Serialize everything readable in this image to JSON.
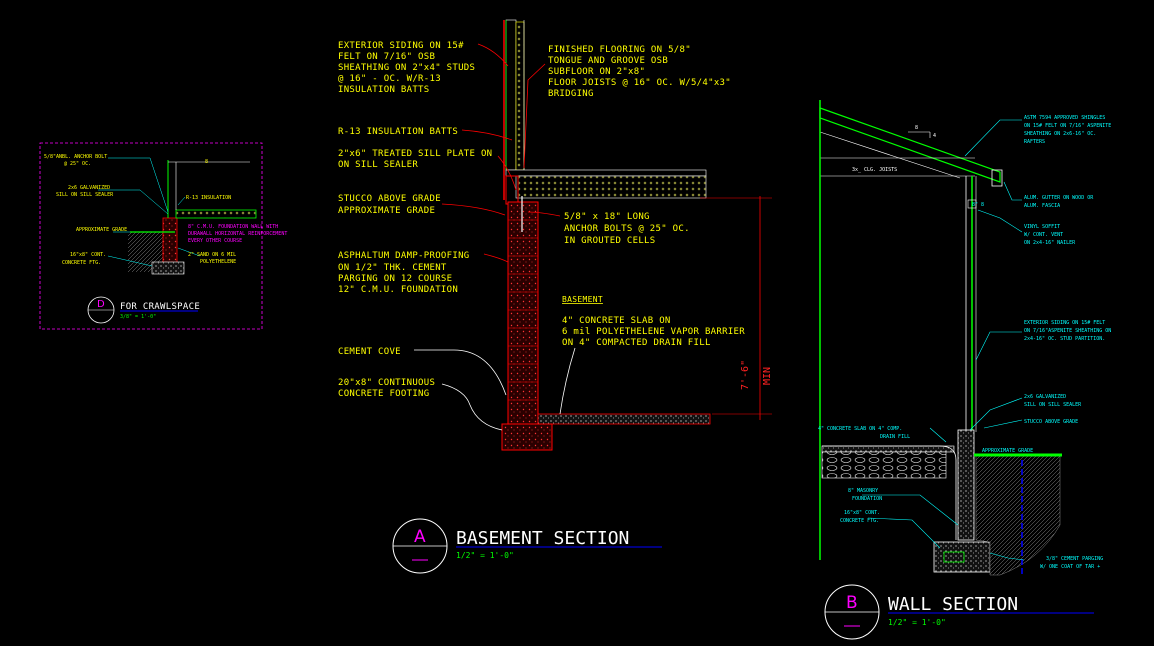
{
  "detail_a": {
    "title": "BASEMENT SECTION",
    "scale": "1/2\" = 1'-0\"",
    "bubble": "A",
    "labels": {
      "siding_1": "EXTERIOR SIDING ON 15#",
      "siding_2": "FELT ON 7/16\" OSB",
      "siding_3": "SHEATHING ON 2\"x4\" STUDS",
      "siding_4": "@ 16\" - OC. W/R-13",
      "siding_5": "INSULATION BATTS",
      "floor_1": "FINISHED FLOORING ON 5/8\"",
      "floor_2": "TONGUE AND GROOVE OSB",
      "floor_3": "SUBFLOOR ON 2\"x8\"",
      "floor_4": "FLOOR JOISTS @ 16\" OC. W/5/4\"x3\"",
      "floor_5": "BRIDGING",
      "r13": "R-13 INSULATION BATTS",
      "sill_1": "2\"x6\" TREATED SILL PLATE ON",
      "sill_2": "ON SILL SEALER",
      "stucco_1": "STUCCO ABOVE GRADE",
      "stucco_2": "APPROXIMATE GRADE",
      "bolt_1": "5/8\" x 18\" LONG",
      "bolt_2": "ANCHOR BOLTS @ 25\" OC.",
      "bolt_3": "IN GROUTED CELLS",
      "damp_1": "ASPHALTUM DAMP-PROOFING",
      "damp_2": "ON 1/2\" THK. CEMENT",
      "damp_3": "PARGING ON 12 COURSE",
      "damp_4": "12\" C.M.U. FOUNDATION",
      "basement": "BASEMENT",
      "slab_1": "4\" CONCRETE SLAB ON",
      "slab_2": "6 mil POLYETHELENE VAPOR BARRIER",
      "slab_3": "ON 4\" COMPACTED DRAIN FILL",
      "cove": "CEMENT COVE",
      "footing_1": "20\"x8\" CONTINUOUS",
      "footing_2": "CONCRETE FOOTING",
      "dim": "7'-6\"",
      "dim_min": "MIN"
    }
  },
  "detail_b": {
    "title": "WALL SECTION",
    "scale": "1/2\" = 1'-0\"",
    "bubble": "B",
    "labels": {
      "shingles_1": "ASTM 7594 APPROVED SHINGLES",
      "shingles_2": "ON 15# FELT ON 7/16\" ASPENITE",
      "shingles_3": "SHEATHING ON 2x6-16\" OC.",
      "shingles_4": "RAFTERS",
      "ceiling": "3x_ CLG. JOISTS",
      "gutter_1": "ALUM. GUTTER ON WOOD OR",
      "gutter_2": "ALUM. FASCIA",
      "soffit_1": "VINYL SOFFIT",
      "soffit_2": "W/ CONT. VENT",
      "soffit_3": "ON 2x4-16\" NAILER",
      "siding_1": "EXTERIOR SIDING ON 15# FELT",
      "siding_2": "ON 7/16\"ASPENITE SHEATHING ON",
      "siding_3": "2x4-16\" OC. STUD PARTITION.",
      "sill_1": "2x6 GALVANIZED",
      "sill_2": "SILL ON SILL SEALER",
      "stucco": "STUCCO ABOVE GRADE",
      "slab_1": "4\" CONCRETE SLAB ON 4\" COMP.",
      "slab_2": "DRAIN FILL",
      "grade": "APPROXIMATE GRADE",
      "masonry_1": "8\" MASONRY",
      "masonry_2": "FOUNDATION",
      "footing_1": "16\"x8\" CONT.",
      "footing_2": "CONCRETE FTG.",
      "parging_1": "3/8\" CEMENT PARGING",
      "parging_2": "W/ ONE COAT OF TAR +",
      "slope_num": "8",
      "slope_den": "4",
      "dim_small": "8\" 8"
    }
  },
  "detail_d": {
    "title": "FOR CRAWLSPACE",
    "scale": "3/8\" = 1'-0\"",
    "bubble": "D",
    "labels": {
      "bolt_1": "5/8\"ANBL. ANCHOR BOLT",
      "bolt_2": "@ 25\" OC.",
      "sill_1": "2x6 GALVANIZED",
      "sill_2": "SILL ON SILL SEALER",
      "insul": "R-13 INSULATION",
      "grade": "APPROXIMATE GRADE",
      "found_1": "8\" C.M.U. FOUNDATION WALL WITH",
      "found_2": "DURAWALL HORIZONTAL REINFORCEMENT",
      "found_3": "EVERY OTHER COURSE",
      "footing_1": "16\"x8\" CONT.",
      "footing_2": "CONCRETE FTG.",
      "sand_1": "2\" SAND ON 6 MIL",
      "sand_2": "POLYETHELENE",
      "tag": "8"
    }
  },
  "colors": {
    "background": "#000000",
    "text": "#ffff00",
    "wall": "#ff0000",
    "siding": "#00ff00",
    "leader": "#00ffff",
    "bubble": "#ff00ff",
    "scale_line": "#0000ff",
    "title": "#ffffff"
  }
}
